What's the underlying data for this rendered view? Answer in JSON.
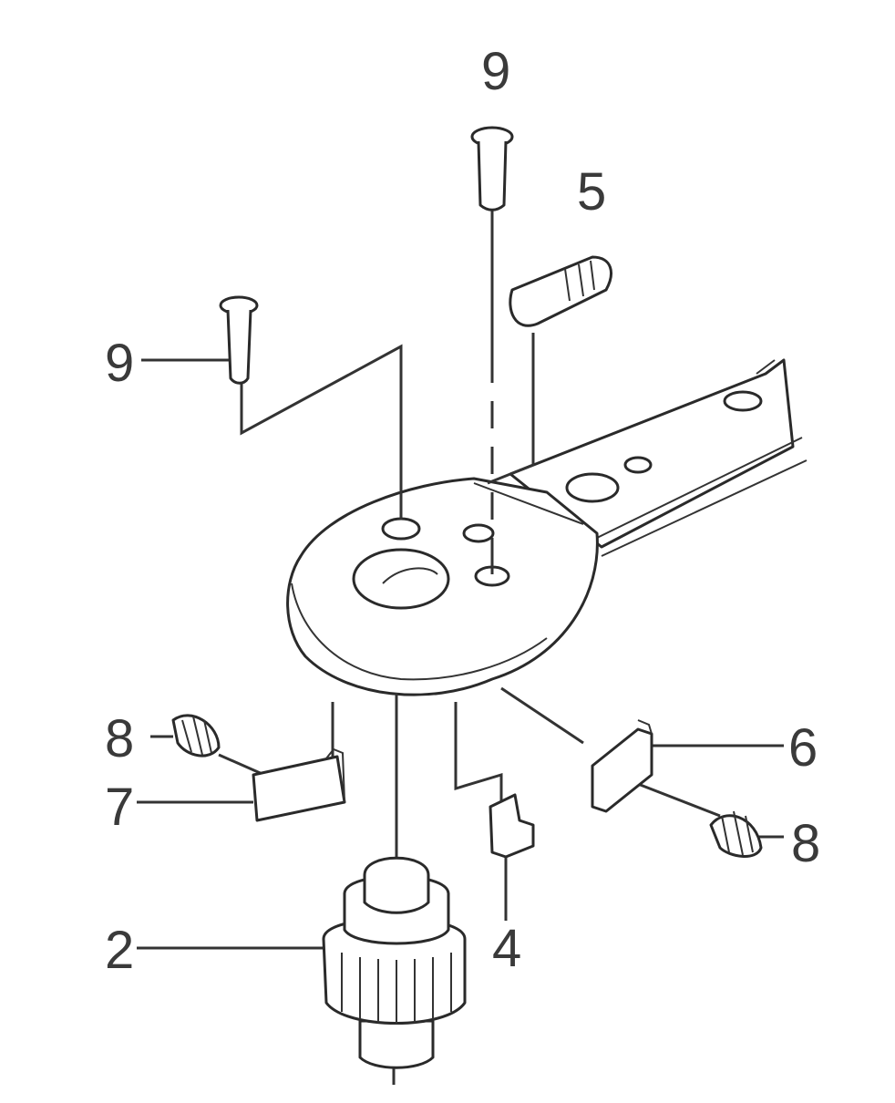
{
  "diagram": {
    "type": "exploded-parts-diagram",
    "part_labels": [
      {
        "id": "screw-top",
        "label": "9"
      },
      {
        "id": "lever",
        "label": "5"
      },
      {
        "id": "screw-left",
        "label": "9"
      },
      {
        "id": "spring-left",
        "label": "8"
      },
      {
        "id": "pawl-left",
        "label": "7"
      },
      {
        "id": "pawl-right",
        "label": "6"
      },
      {
        "id": "spring-right",
        "label": "8"
      },
      {
        "id": "gear",
        "label": "2"
      },
      {
        "id": "switch",
        "label": "4"
      }
    ]
  }
}
